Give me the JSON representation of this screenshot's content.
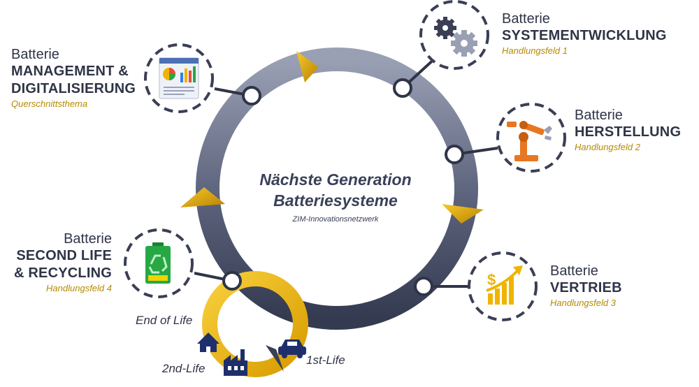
{
  "center": {
    "title_line1": "Nächste Generation",
    "title_line2": "Batteriesysteme",
    "subtitle": "ZIM-Innovationsnetzwerk"
  },
  "fields": {
    "management": {
      "line1": "Batterie",
      "line2a": "MANAGEMENT &",
      "line2b": "DIGITALISIERUNG",
      "sub": "Querschnittsthema",
      "icon": "dashboard-chart-icon"
    },
    "system": {
      "line1": "Batterie",
      "line2": "SYSTEMENTWICKLUNG",
      "sub": "Handlungsfeld 1",
      "icon": "gears-icon"
    },
    "herstellung": {
      "line1": "Batterie",
      "line2": "HERSTELLUNG",
      "sub": "Handlungsfeld 2",
      "icon": "robot-arm-icon"
    },
    "vertrieb": {
      "line1": "Batterie",
      "line2": "VERTRIEB",
      "sub": "Handlungsfeld 3",
      "icon": "sales-growth-icon"
    },
    "recycling": {
      "line1": "Batterie",
      "line2a": "SECOND LIFE",
      "line2b": "& RECYCLING",
      "sub": "Handlungsfeld 4",
      "icon": "recycle-battery-icon"
    }
  },
  "lifecycle": {
    "end_of_life": "End of Life",
    "second_life": "2nd-Life",
    "first_life": "1st-Life"
  },
  "colors": {
    "ring_dark": "#3b4158",
    "ring_light": "#9aa0b4",
    "gold": "#e9b10a",
    "dash": "#3a3f55",
    "navy": "#1f2f6b",
    "green": "#27a844",
    "orange": "#e87722"
  }
}
